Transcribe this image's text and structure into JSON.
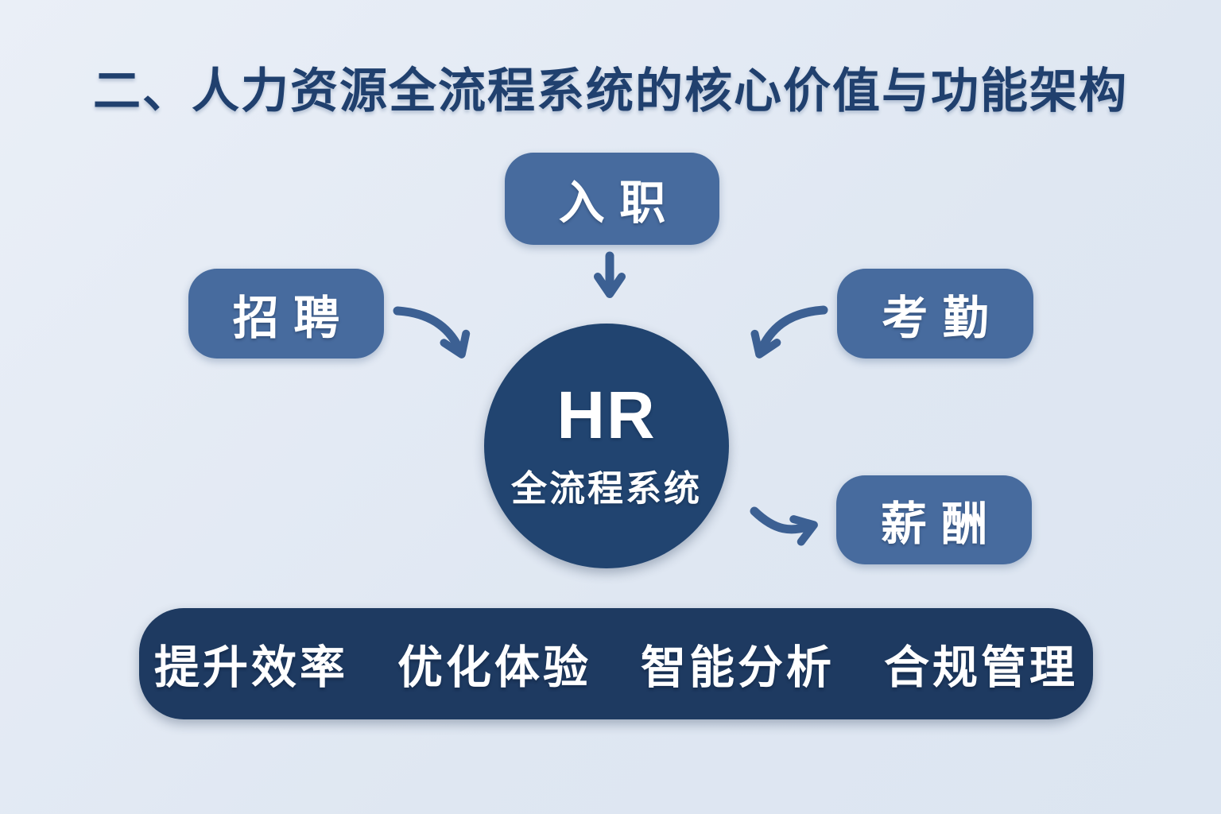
{
  "title": "二、人力资源全流程系统的核心价值与功能架构",
  "hub": {
    "line1": "HR",
    "line2": "全流程系统"
  },
  "nodes": [
    {
      "id": "onboarding",
      "label": "入职"
    },
    {
      "id": "recruiting",
      "label": "招聘"
    },
    {
      "id": "attendance",
      "label": "考勤"
    },
    {
      "id": "payroll",
      "label": "薪酬"
    }
  ],
  "values": [
    "提升效率",
    "优化体验",
    "智能分析",
    "合规管理"
  ],
  "colors": {
    "bg1": "#eaeff7",
    "bg2": "#dfe7f2",
    "title": "#20406e",
    "node": "#476b9e",
    "hub": "#214470",
    "bar": "#1e3a61",
    "arrow": "#3c6093",
    "text-light": "#ffffff"
  }
}
